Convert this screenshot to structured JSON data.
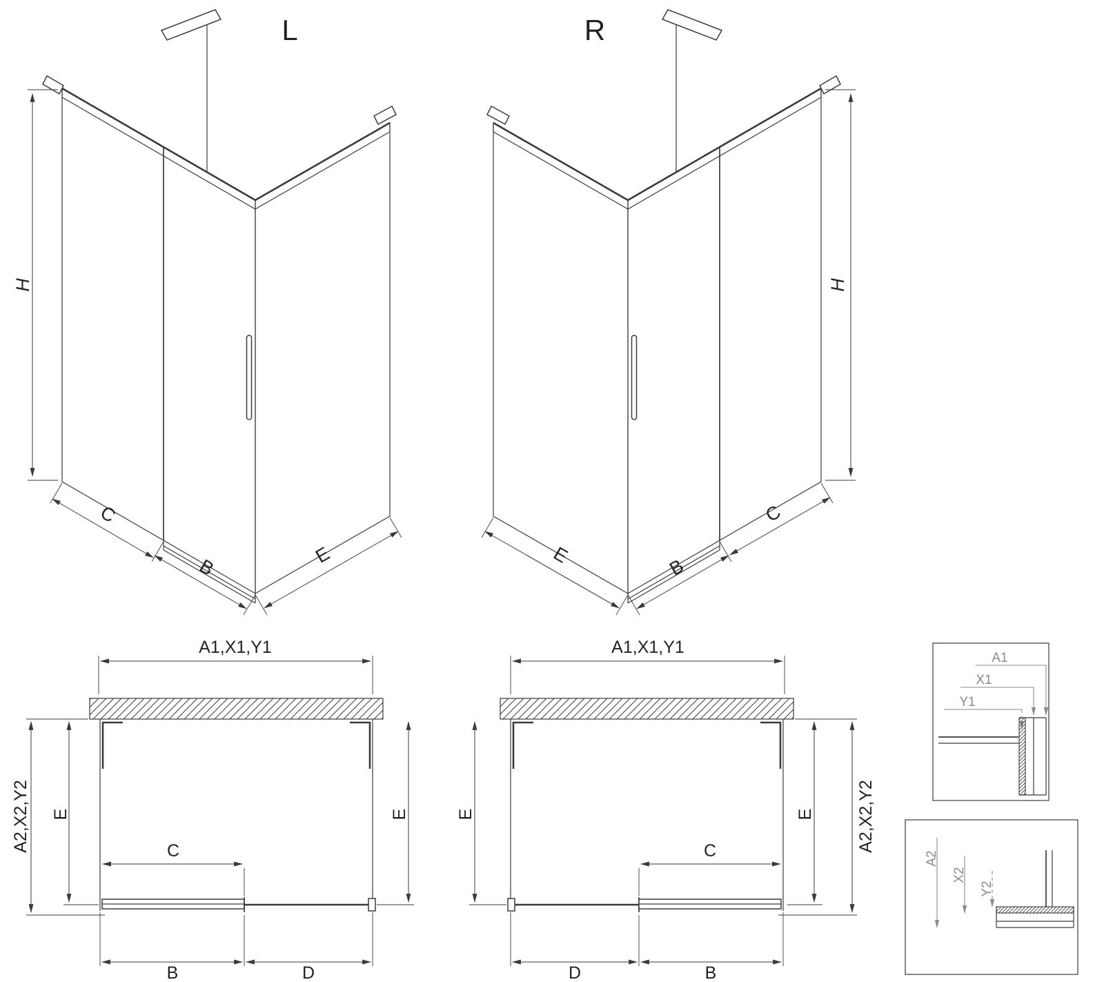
{
  "page": {
    "background": "#ffffff",
    "line_color": "#3a3a3a",
    "detail_line_color": "#8b8b8b"
  },
  "iso_left": {
    "label": "L",
    "dim_height": "H",
    "dim_bottom_left": "C",
    "dim_bottom_middle": "B",
    "dim_bottom_right": "E"
  },
  "iso_right": {
    "label": "R",
    "dim_height": "H",
    "dim_bottom_left": "E",
    "dim_bottom_middle": "B",
    "dim_bottom_right": "C"
  },
  "plan_left": {
    "dim_top": "A1,X1,Y1",
    "dim_outer_left": "A2,X2,Y2",
    "dim_inner_left": "E",
    "dim_right": "E",
    "dim_door": "C",
    "dim_bottom_left": "B",
    "dim_bottom_right": "D"
  },
  "plan_right": {
    "dim_top": "A1,X1,Y1",
    "dim_left": "E",
    "dim_inner_right": "E",
    "dim_outer_right": "A2,X2,Y2",
    "dim_door": "C",
    "dim_bottom_left": "D",
    "dim_bottom_right": "B"
  },
  "detail_top": {
    "labels": [
      "A1",
      "X1",
      "Y1"
    ]
  },
  "detail_bottom": {
    "labels": [
      "A2",
      "X2",
      "Y2"
    ]
  }
}
